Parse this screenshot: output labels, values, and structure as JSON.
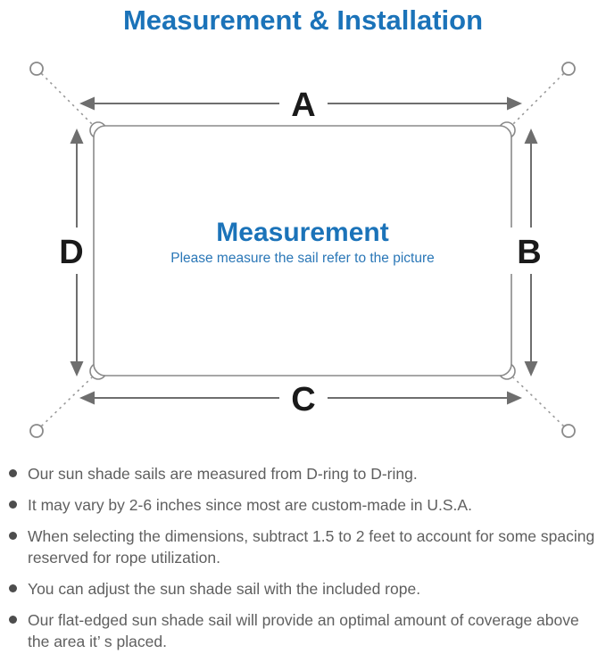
{
  "title": "Measurement & Installation",
  "colors": {
    "title_blue": "#1b73b9",
    "center_subtitle_blue": "#2a77b7",
    "diagram_line_gray": "#8a8a8a",
    "arrow_gray": "#6e6e6e",
    "dim_label_black": "#1a1a1a",
    "bullet_text_gray": "#5f5f5f"
  },
  "diagram": {
    "labels": {
      "top": "A",
      "right": "B",
      "bottom": "C",
      "left": "D"
    },
    "center_title": "Measurement",
    "center_subtitle": "Please measure the sail refer to the picture",
    "shape": "rounded rectangle sail with D-rings at 4 corners, dashed ropes to 4 anchor points, double-headed dimension arrows on all sides"
  },
  "bullets": [
    "Our sun shade sails are measured from D-ring to D-ring.",
    "It may vary by 2-6 inches since most are custom-made in U.S.A.",
    "When selecting the dimensions, subtract 1.5 to 2 feet to account for some spacing\nreserved for rope utilization.",
    "You can adjust the sun shade sail with the included rope.",
    "Our flat-edged sun shade sail will provide an optimal amount of coverage above\nthe area it’ s placed."
  ]
}
